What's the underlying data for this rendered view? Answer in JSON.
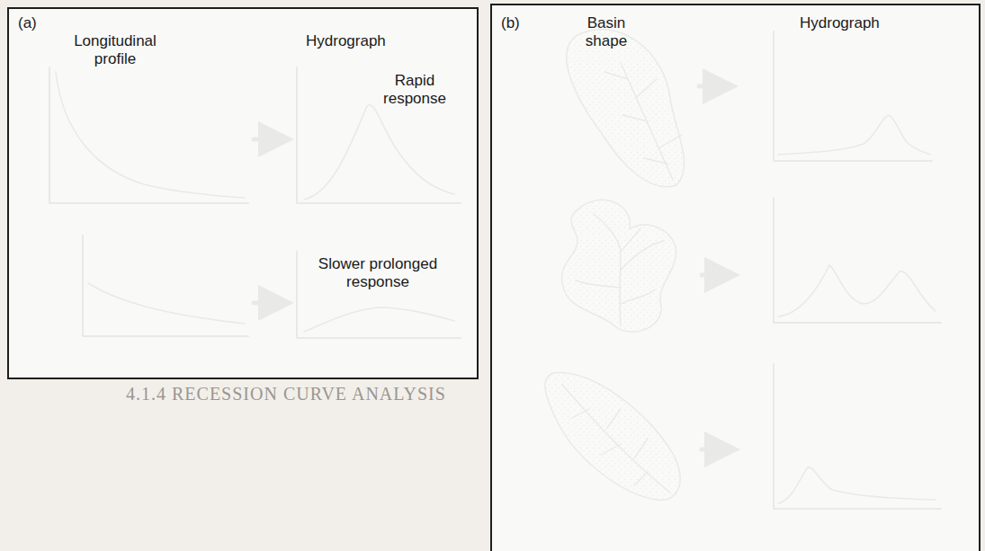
{
  "diagram": {
    "nodes": [
      {
        "text": [
          "(a)",
          "Longitudinal profile",
          "Hydrograph"
        ]
      },
      {
        "text": [
          "(b)",
          "Basin shape",
          "Hydrograph"
        ]
      }
    ],
    "labels": [
      "Rapid response",
      "Slower prolonged response",
      "4.1.4 RECESSION CURVE ANALYSIS"
    ]
  }
}
